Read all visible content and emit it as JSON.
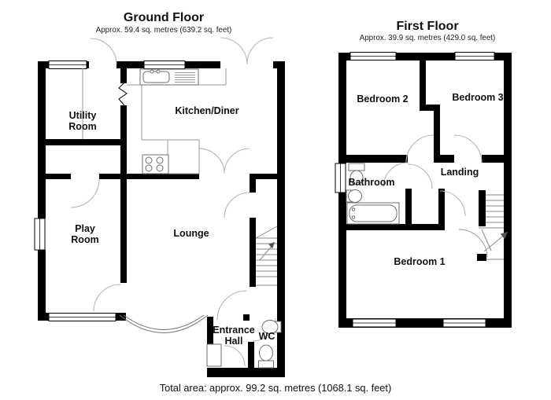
{
  "ground_floor": {
    "title": "Ground Floor",
    "subtitle": "Approx. 59.4 sq. metres (639.2 sq. feet)",
    "rooms": [
      {
        "name": "Utility Room",
        "lines": [
          "Utility",
          "Room"
        ]
      },
      {
        "name": "Kitchen/Diner",
        "lines": [
          "Kitchen/Diner"
        ]
      },
      {
        "name": "Play Room",
        "lines": [
          "Play",
          "Room"
        ]
      },
      {
        "name": "Lounge",
        "lines": [
          "Lounge"
        ]
      },
      {
        "name": "Entrance Hall",
        "lines": [
          "Entrance",
          "Hall"
        ]
      },
      {
        "name": "WC",
        "lines": [
          "WC"
        ]
      }
    ]
  },
  "first_floor": {
    "title": "First Floor",
    "subtitle": "Approx. 39.9 sq. metres (429.0 sq. feet)",
    "rooms": [
      {
        "name": "Bedroom 2",
        "lines": [
          "Bedroom 2"
        ]
      },
      {
        "name": "Bedroom 3",
        "lines": [
          "Bedroom 3"
        ]
      },
      {
        "name": "Bathroom",
        "lines": [
          "Bathroom"
        ]
      },
      {
        "name": "Landing",
        "lines": [
          "Landing"
        ]
      },
      {
        "name": "Bedroom 1",
        "lines": [
          "Bedroom 1"
        ]
      }
    ]
  },
  "footer": {
    "total_area": "Total area: approx. 99.2 sq. metres (1068.1 sq. feet)"
  },
  "colors": {
    "wall": "#000000",
    "door_arc": "#b6b6b6",
    "fixture": "#6e6e6e",
    "text": "#111111",
    "background": "#ffffff"
  }
}
